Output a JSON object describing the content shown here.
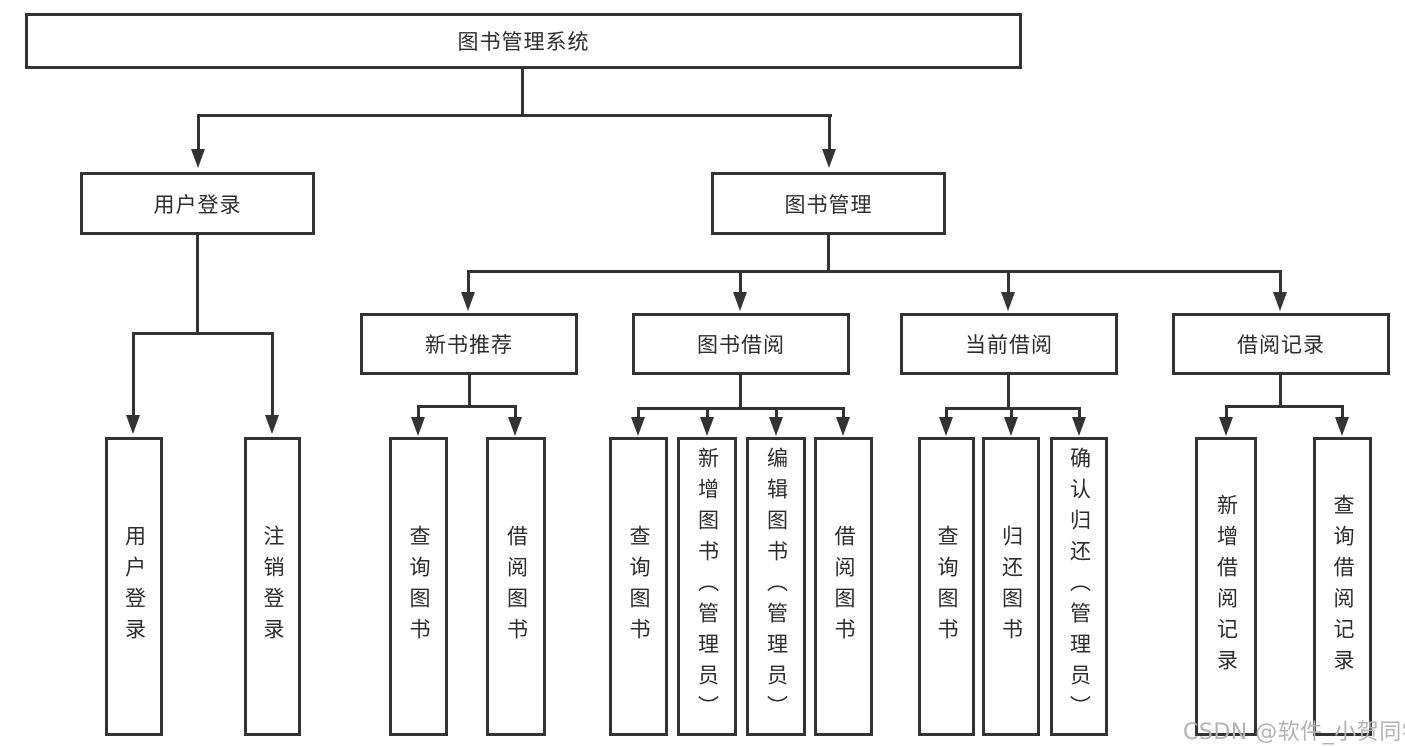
{
  "diagram": {
    "title": "图书管理系统",
    "tree": {
      "root": {
        "label": "图书管理系统"
      },
      "branches": [
        {
          "label": "用户登录",
          "children": [
            {
              "label": "用户登录"
            },
            {
              "label": "注销登录"
            }
          ]
        },
        {
          "label": "图书管理",
          "children": [
            {
              "label": "新书推荐",
              "children": [
                {
                  "label": "查询图书"
                },
                {
                  "label": "借阅图书"
                }
              ]
            },
            {
              "label": "图书借阅",
              "children": [
                {
                  "label": "查询图书"
                },
                {
                  "label": "新增图书（管理员）"
                },
                {
                  "label": "编辑图书（管理员）"
                },
                {
                  "label": "借阅图书"
                }
              ]
            },
            {
              "label": "当前借阅",
              "children": [
                {
                  "label": "查询图书"
                },
                {
                  "label": "归还图书"
                },
                {
                  "label": "确认归还（管理员）"
                }
              ]
            },
            {
              "label": "借阅记录",
              "children": [
                {
                  "label": "新增借阅记录"
                },
                {
                  "label": "查询借阅记录"
                }
              ]
            }
          ]
        }
      ]
    },
    "watermark": "CSDN @软件_小贺同学",
    "colors": {
      "background": "#ffffff",
      "line": "#333333",
      "box_border": "#333333",
      "text": "#2d2d2d",
      "watermark": "#b3b3b3"
    }
  }
}
